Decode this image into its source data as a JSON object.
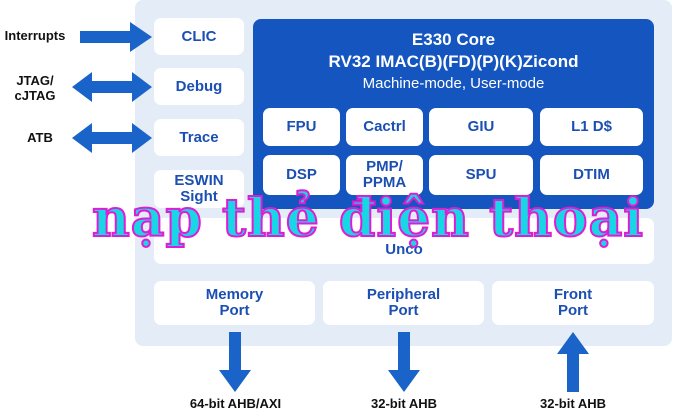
{
  "external_inputs": [
    {
      "label": "Interrupts"
    },
    {
      "label": "JTAG/\ncJTAG"
    },
    {
      "label": "ATB"
    }
  ],
  "side_blocks": [
    "CLIC",
    "Debug",
    "Trace",
    "ESWIN\nSight"
  ],
  "core": {
    "title": "E330 Core",
    "isa": "RV32 IMAC(B)(FD)(P)(K)Zicond",
    "modes": "Machine-mode, User-mode",
    "units_row1": [
      "FPU",
      "Cactrl",
      "GIU",
      "L1 D$"
    ],
    "units_row2": [
      "DSP",
      "PMP/\nPPMA",
      "SPU",
      "DTIM"
    ]
  },
  "uncore_label": "Unco",
  "ports": [
    "Memory\nPort",
    "Peripheral\nPort",
    "Front\nPort"
  ],
  "buses": [
    "64-bit AHB/AXI",
    "32-bit AHB",
    "32-bit AHB"
  ],
  "watermark": "nạp thẻ điện thoại",
  "colors": {
    "core": "#1455c0",
    "container": "#e4ecf7",
    "arrow": "#1a63c8",
    "text": "#1b4fb3"
  }
}
